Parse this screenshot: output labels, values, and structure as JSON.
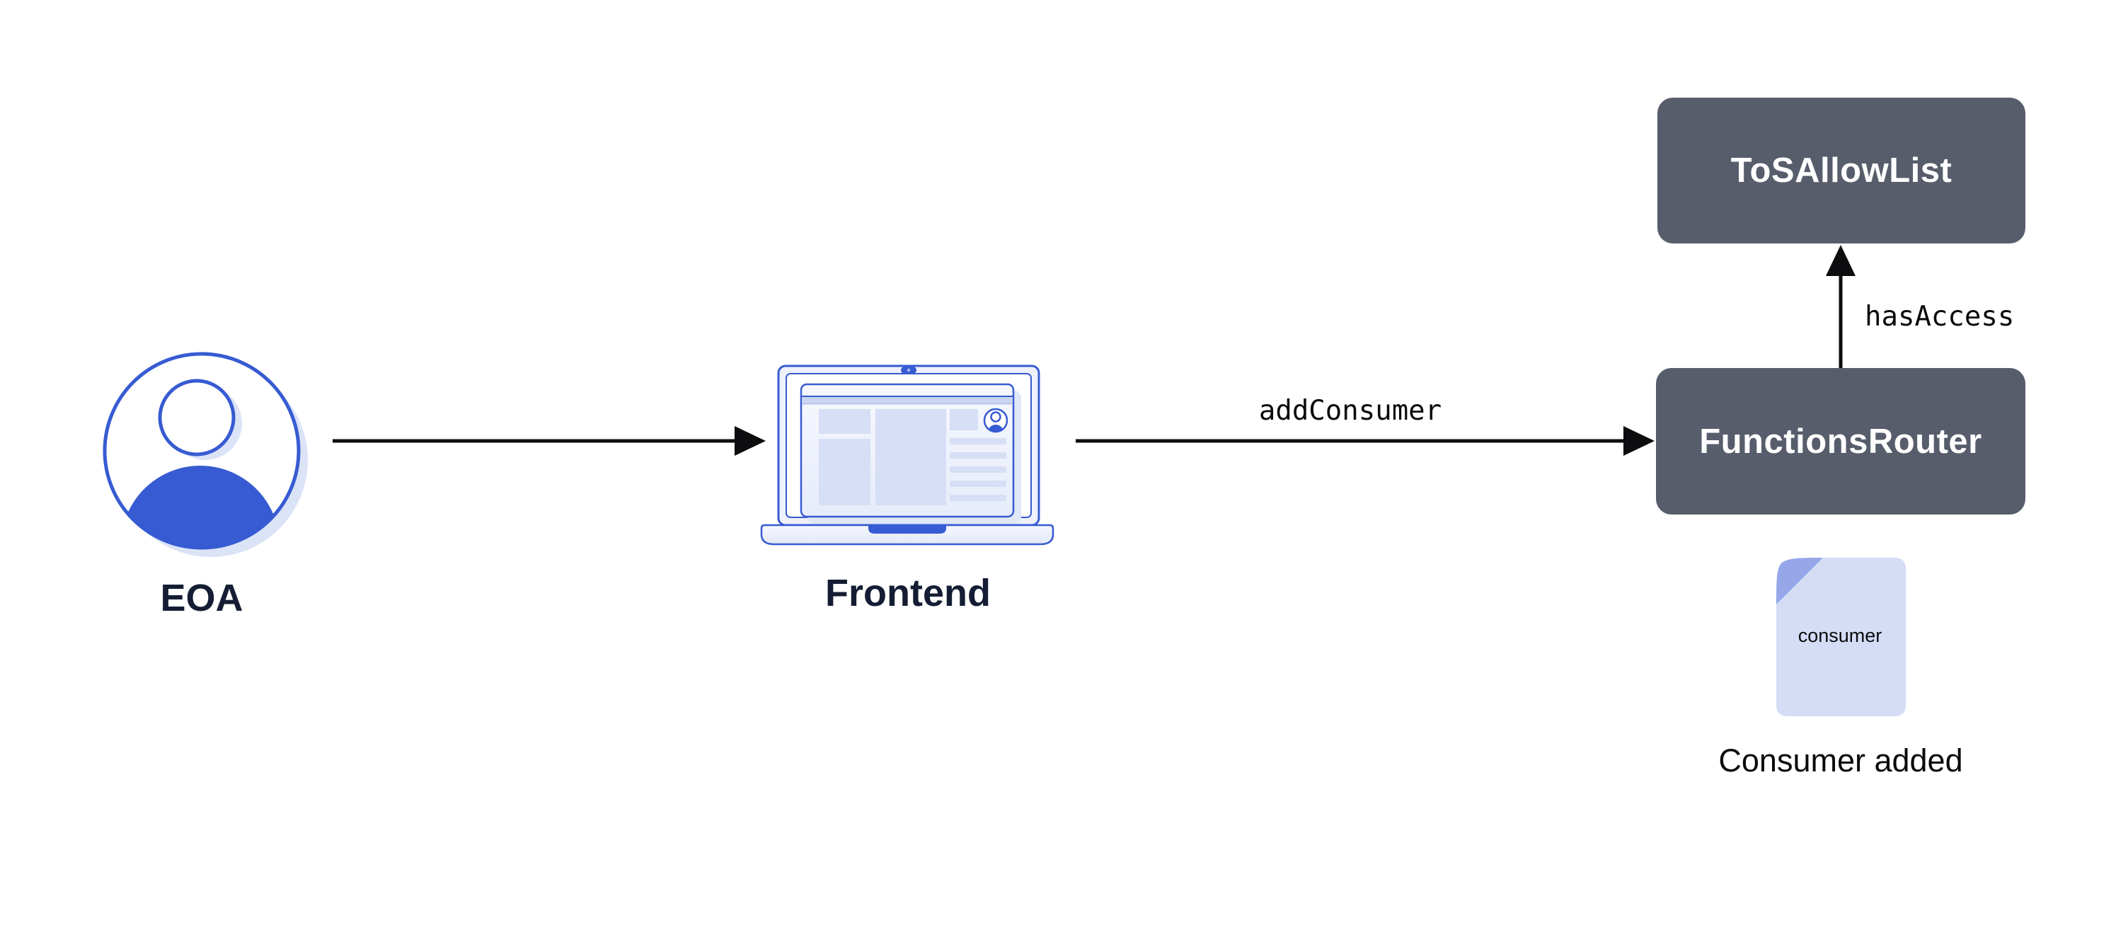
{
  "diagram": {
    "nodes": {
      "eoa": {
        "label": "EOA",
        "icon": "user-avatar-icon"
      },
      "frontend": {
        "label": "Frontend",
        "icon": "laptop-icon"
      },
      "functions_router": {
        "label": "FunctionsRouter"
      },
      "tos_allow_list": {
        "label": "ToSAllowList"
      },
      "consumer_file": {
        "file_label": "consumer",
        "caption": "Consumer added",
        "icon": "document-icon"
      }
    },
    "edges": {
      "eoa_to_frontend": {
        "label": ""
      },
      "frontend_to_functions_router": {
        "label": "addConsumer"
      },
      "functions_router_to_tos_allow_list": {
        "label": "hasAccess"
      }
    },
    "colors": {
      "accent_blue": "#375BD2",
      "box_fill": "#575D6B",
      "box_text": "#FFFFFF",
      "node_label_dark": "#141D33",
      "light_fill": "#D7DFF6",
      "shadow_fill": "#DBE3F7",
      "fold_fill": "#95A7E8",
      "arrow_black": "#0D0D0F"
    }
  }
}
